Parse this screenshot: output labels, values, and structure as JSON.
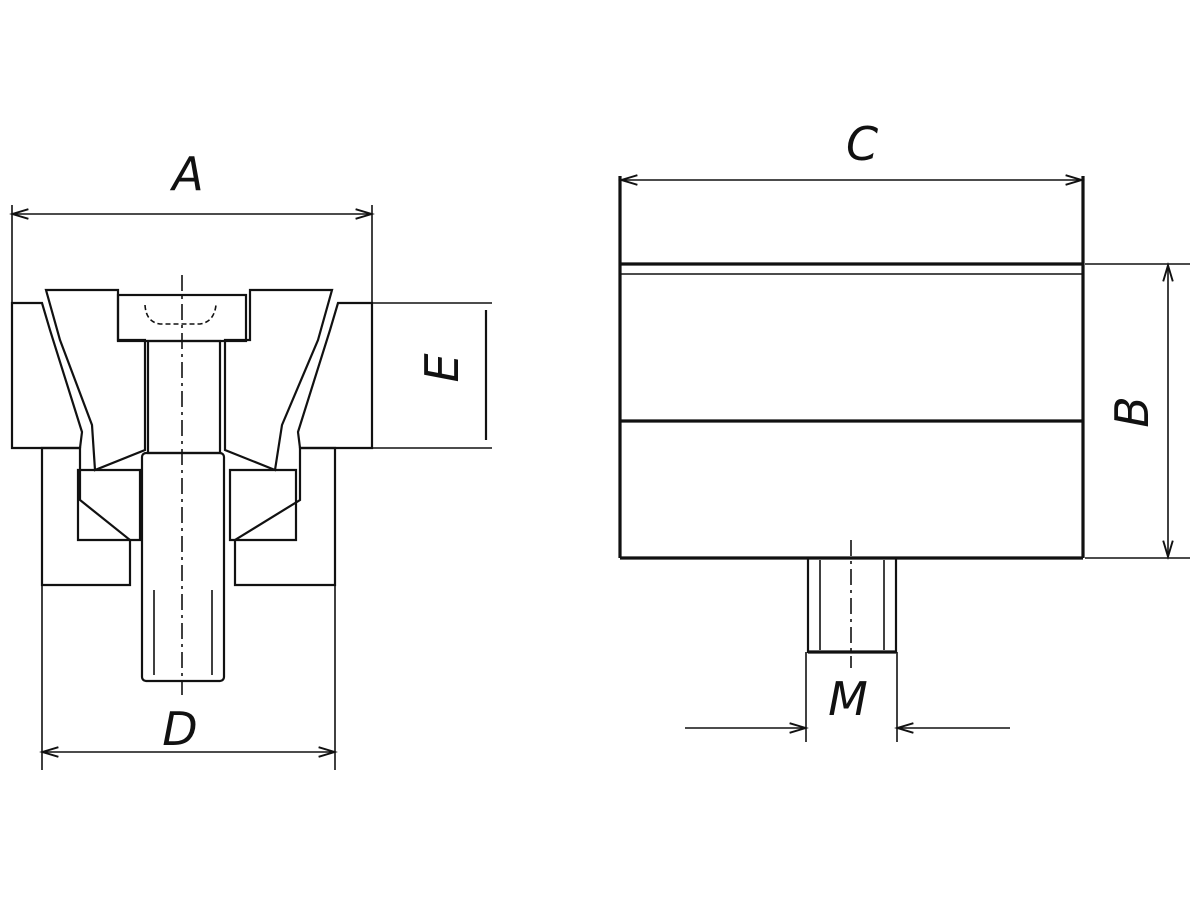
{
  "dimensions": {
    "A": "A",
    "B": "B",
    "C": "C",
    "D": "D",
    "E": "E",
    "M": "M"
  }
}
